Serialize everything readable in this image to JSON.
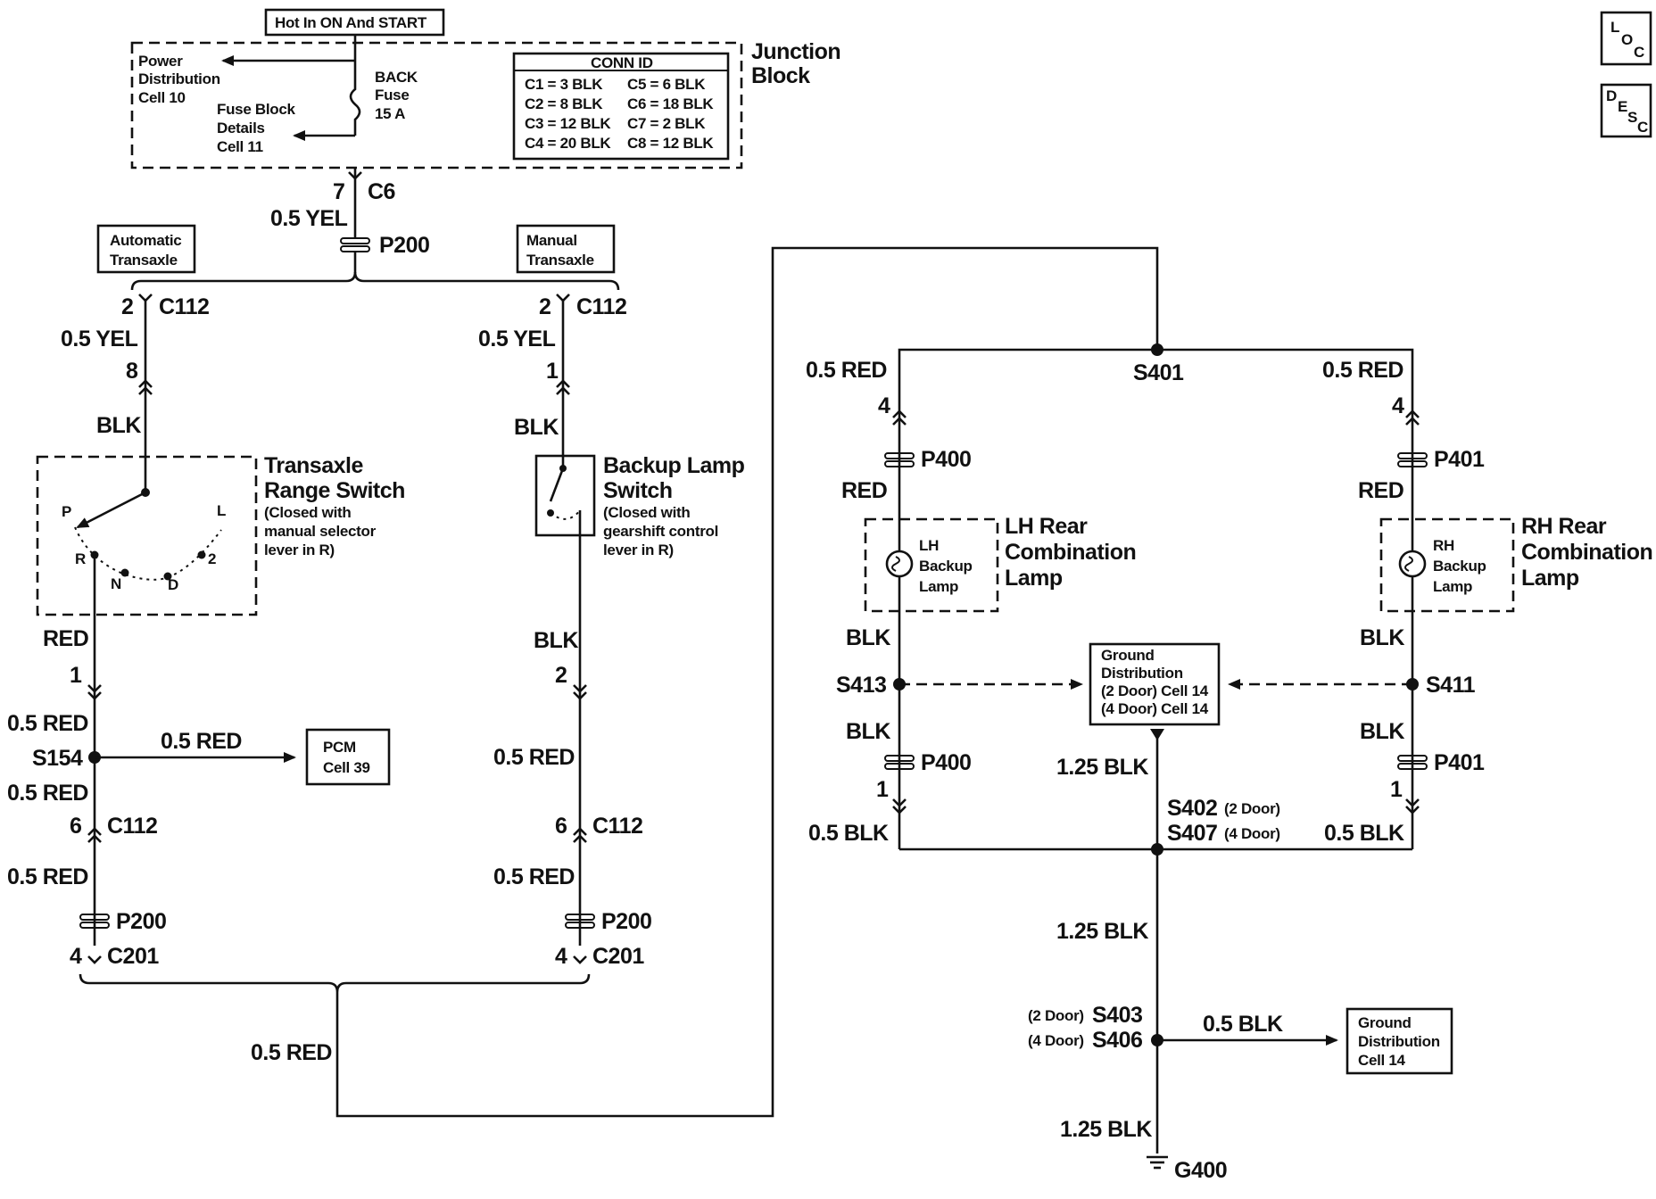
{
  "junction_block": {
    "hot_label": "Hot In ON And START",
    "name_line1": "Junction",
    "name_line2": "Block",
    "power_dist": [
      "Power",
      "Distribution",
      "Cell 10"
    ],
    "fuse_block": [
      "Fuse Block",
      "Details",
      "Cell 11"
    ],
    "fuse": [
      "BACK",
      "Fuse",
      "15 A"
    ],
    "conn_id": {
      "title": "CONN ID",
      "rows": [
        [
          "C1 = 3 BLK",
          "C5 = 6 BLK"
        ],
        [
          "C2 = 8 BLK",
          "C6 = 18 BLK"
        ],
        [
          "C3 = 12 BLK",
          "C7 = 2 BLK"
        ],
        [
          "C4 = 20 BLK",
          "C8 = 12 BLK"
        ]
      ]
    },
    "pin": "7",
    "connector": "C6"
  },
  "corner_icons": {
    "loc": [
      "L",
      "O",
      "C"
    ],
    "desc": [
      "D",
      "E",
      "S",
      "C"
    ]
  },
  "feed": {
    "wire": "0.5 YEL",
    "connector": "P200"
  },
  "auto_branch": {
    "label": [
      "Automatic",
      "Transaxle"
    ],
    "pin_top": "2",
    "conn_top": "C112",
    "wire_top": "0.5 YEL",
    "pin_sw_in": "8",
    "wire_sw_in": "BLK",
    "switch_name": [
      "Transaxle",
      "Range Switch"
    ],
    "switch_note": [
      "(Closed with",
      "manual selector",
      "lever in R)"
    ],
    "positions": [
      "P",
      "R",
      "N",
      "D",
      "2",
      "L"
    ],
    "wire_sw_out": "RED",
    "pin_sw_out": "1",
    "wire_s154_in": "0.5 RED",
    "splice": "S154",
    "pcm_wire": "0.5 RED",
    "pcm": [
      "PCM",
      "Cell 39"
    ],
    "wire_s154_out": "0.5 RED",
    "pin_c112": "6",
    "conn_c112": "C112",
    "wire_p200": "0.5 RED",
    "p200": "P200",
    "pin_c201": "4",
    "c201": "C201"
  },
  "manual_branch": {
    "label": [
      "Manual",
      "Transaxle"
    ],
    "pin_top": "2",
    "conn_top": "C112",
    "wire_top": "0.5 YEL",
    "pin_sw_in": "1",
    "wire_sw_in": "BLK",
    "switch_name": [
      "Backup Lamp",
      "Switch"
    ],
    "switch_note": [
      "(Closed with",
      "gearshift control",
      "lever in R)"
    ],
    "wire_sw_out": "BLK",
    "pin_sw_out": "2",
    "wire_mid": "0.5 RED",
    "pin_c112": "6",
    "conn_c112": "C112",
    "wire_p200": "0.5 RED",
    "p200": "P200",
    "pin_c201": "4",
    "c201": "C201"
  },
  "merged_wire": "0.5 RED",
  "rear": {
    "splice_top": "S401",
    "lh": {
      "wire_in": "0.5 RED",
      "pin_in": "4",
      "conn_in": "P400",
      "wire_lamp_in": "RED",
      "lamp": [
        "LH",
        "Backup",
        "Lamp"
      ],
      "assembly": [
        "LH Rear",
        "Combination",
        "Lamp"
      ],
      "wire_lamp_out": "BLK",
      "splice": "S413",
      "wire_after_splice": "BLK",
      "conn_out": "P400",
      "pin_out": "1",
      "wire_out": "0.5 BLK"
    },
    "rh": {
      "wire_in": "0.5 RED",
      "pin_in": "4",
      "conn_in": "P401",
      "wire_lamp_in": "RED",
      "lamp": [
        "RH",
        "Backup",
        "Lamp"
      ],
      "assembly": [
        "RH Rear",
        "Combination",
        "Lamp"
      ],
      "wire_lamp_out": "BLK",
      "splice": "S411",
      "wire_after_splice": "BLK",
      "conn_out": "P401",
      "pin_out": "1",
      "wire_out": "0.5 BLK"
    },
    "ground_dist_mid": [
      "Ground",
      "Distribution",
      "(2 Door) Cell 14",
      "(4 Door) Cell 14"
    ],
    "wire_gd_mid": "1.25 BLK",
    "splice_bottom_2door": "S402",
    "note_2door": "(2 Door)",
    "splice_bottom_4door": "S407",
    "note_4door": "(4 Door)",
    "wire_down": "1.25 BLK",
    "splice_lower_2door_note": "(2 Door)",
    "splice_lower_2door": "S403",
    "splice_lower_4door_note": "(4 Door)",
    "splice_lower_4door": "S406",
    "wire_gd_low": "0.5 BLK",
    "ground_dist_low": [
      "Ground",
      "Distribution",
      "Cell 14"
    ],
    "wire_ground": "1.25 BLK",
    "ground": "G400"
  }
}
